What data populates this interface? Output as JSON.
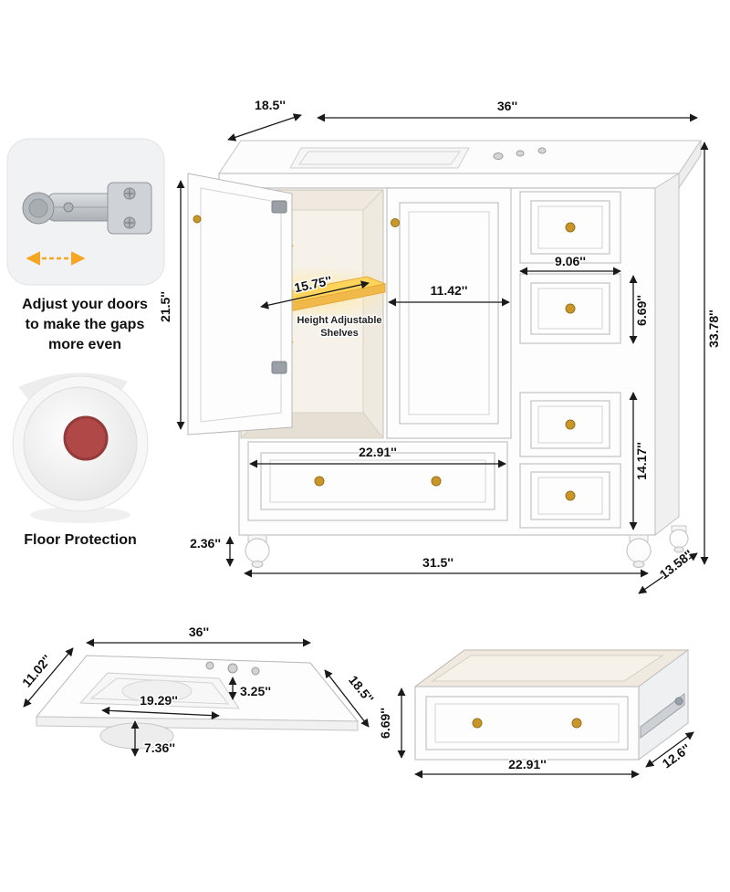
{
  "figure": {
    "hinge_callout": {
      "line1": "Adjust your doors",
      "line2": "to make the gaps",
      "line3": "more even"
    },
    "floor_callout": {
      "label": "Floor Protection"
    },
    "vanity": {
      "width": "36''",
      "top_depth": "18.5''",
      "door_height": "21.5''",
      "shelf_width": "15.75''",
      "center_door_width": "11.42''",
      "shelf_note1": "Height Adjustable",
      "shelf_note2": "Shelves",
      "side_drawer_width": "9.06''",
      "side_drawer_height": "6.69''",
      "total_height": "33.78''",
      "lower_drawers_height": "14.17''",
      "bottom_drawer_width": "22.91''",
      "leg_height": "2.36''",
      "base_width": "31.5''",
      "base_depth": "13.58''"
    },
    "sink_top": {
      "width": "36''",
      "left_depth": "11.02''",
      "basin_width": "19.29''",
      "faucet_hole": "3.25''",
      "bowl_depth": "7.36''",
      "depth": "18.5''"
    },
    "drawer_box": {
      "height": "6.69''",
      "width": "22.91''",
      "depth": "12.6''"
    },
    "colors": {
      "accent_orange": "#f5a623",
      "knob_gold": "#c9962a",
      "pad_red": "#b04848"
    }
  }
}
